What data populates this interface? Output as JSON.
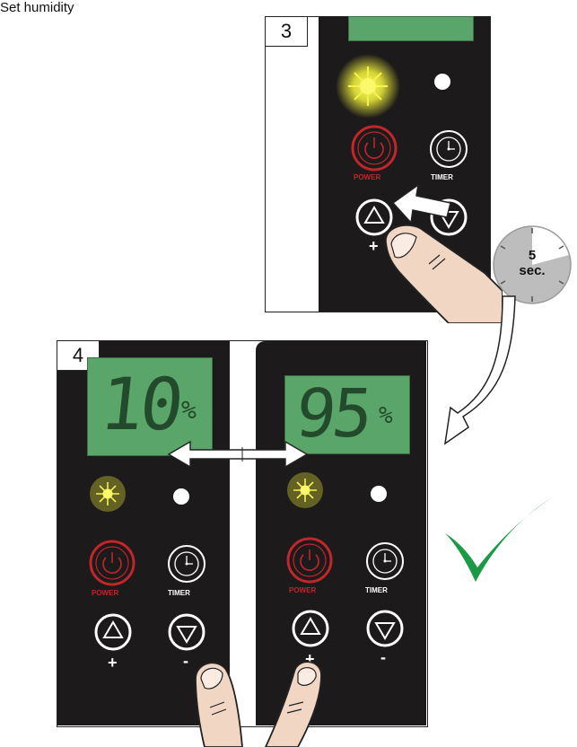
{
  "caption": "Set humidity",
  "steps": [
    {
      "number": "3",
      "labels": {
        "power": "POWER",
        "timer": "TIMER",
        "plus": "+"
      },
      "timer_badge": {
        "value": "5",
        "unit": "sec."
      }
    },
    {
      "number": "4",
      "left_display": {
        "value": "10",
        "unit": "%"
      },
      "right_display": {
        "value": "95",
        "unit": "%"
      },
      "labels": {
        "power": "POWER",
        "timer": "TIMER",
        "plus": "+",
        "minus": "-"
      }
    }
  ],
  "colors": {
    "panel": "#1c1a1a",
    "lcd": "#5aa56a",
    "power_ring": "#c0262a",
    "indicator_light": "#f0f03a",
    "check": "#1a9a45"
  }
}
